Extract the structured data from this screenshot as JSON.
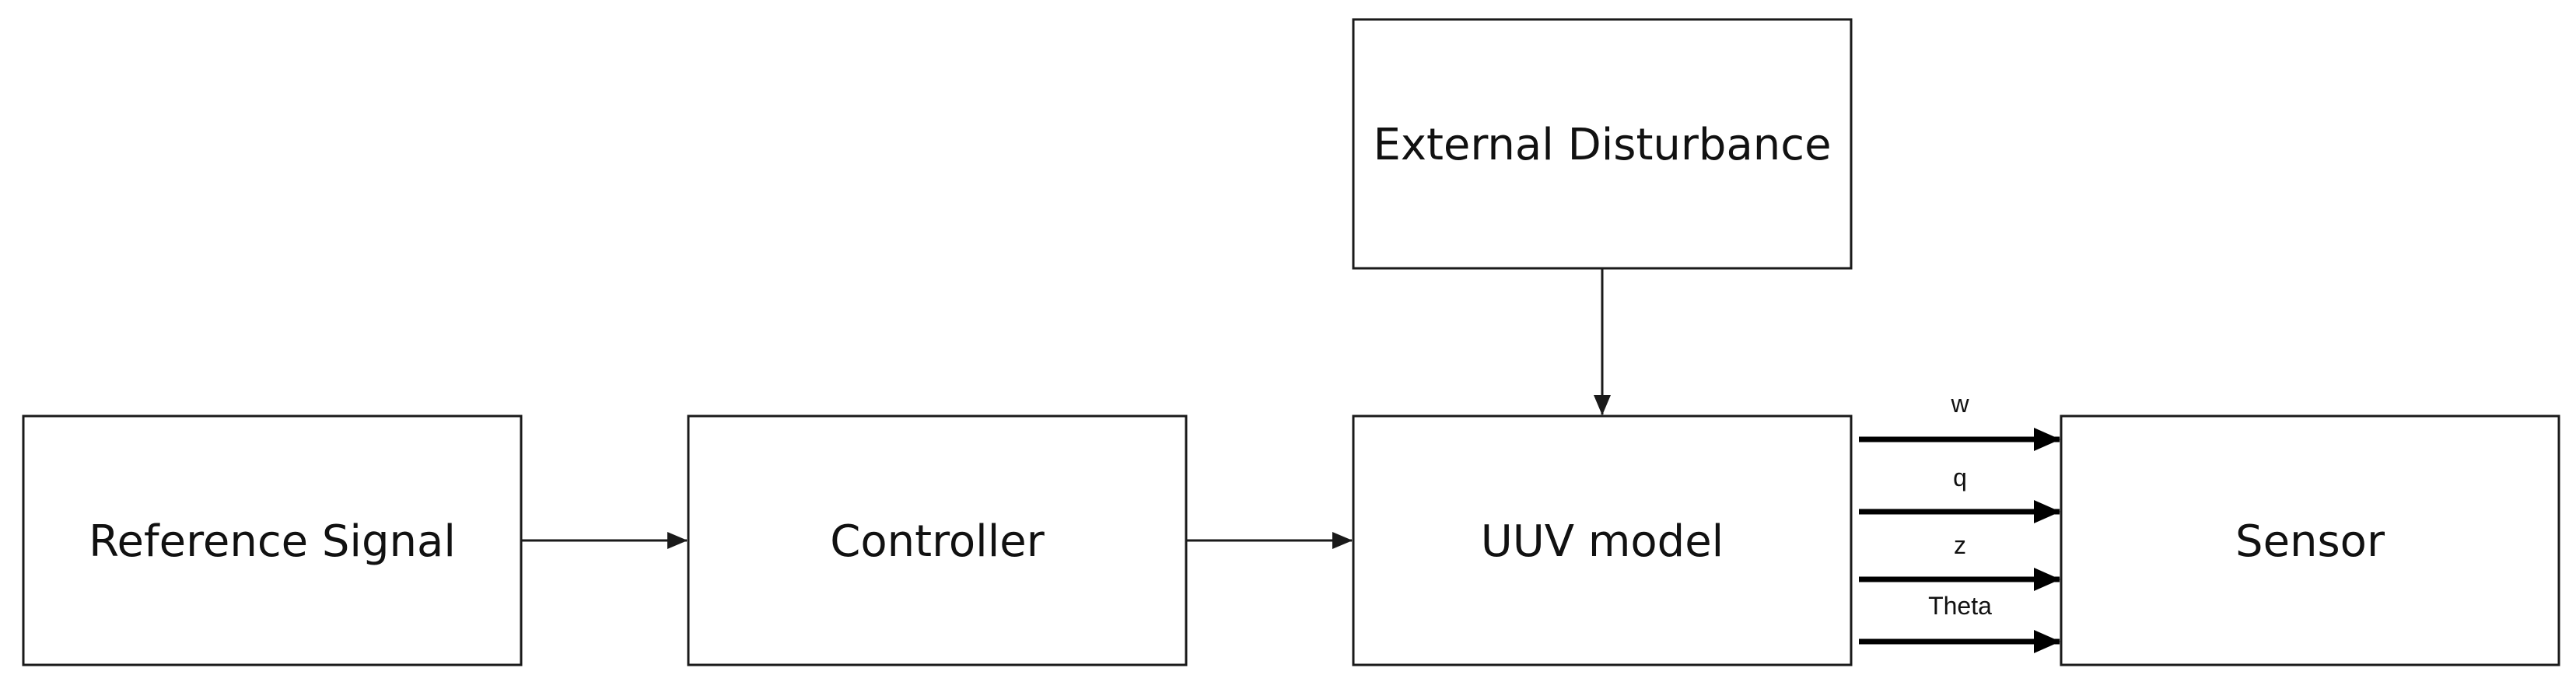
{
  "blocks": {
    "reference_signal": "Reference Signal",
    "controller": "Controller",
    "uuv_model": "UUV model",
    "external_disturbance": "External Disturbance",
    "sensor": "Sensor"
  },
  "outputs": [
    "w",
    "q",
    "z",
    "Theta"
  ],
  "colors": {
    "stroke": "#1a1a1a",
    "background": "#ffffff"
  }
}
